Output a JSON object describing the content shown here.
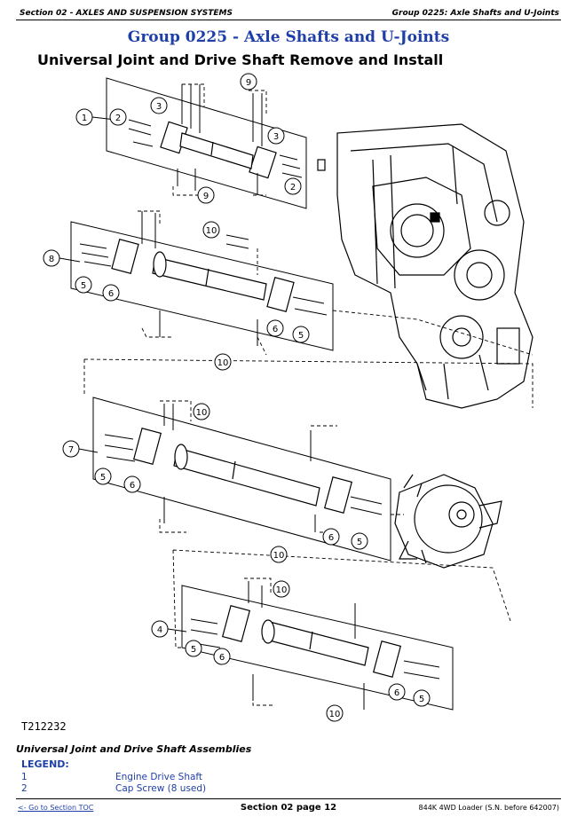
{
  "header": {
    "section": "Section 02 - AXLES AND SUSPENSION SYSTEMS",
    "group_right": "Group 0225: Axle Shafts and U-Joints"
  },
  "group_title": "Group 0225 - Axle Shafts and U-Joints",
  "page_title": "Universal Joint and Drive Shaft Remove and Install",
  "figure": {
    "number": "T212232",
    "callouts": [
      "1",
      "2",
      "3",
      "3",
      "2",
      "9",
      "9",
      "10",
      "10",
      "8",
      "5",
      "6",
      "6",
      "5",
      "10",
      "7",
      "5",
      "6",
      "6",
      "5",
      "10",
      "4",
      "5",
      "6",
      "6",
      "5",
      "10"
    ]
  },
  "caption": "Universal Joint and Drive Shaft Assemblies",
  "legend": {
    "title": "LEGEND:",
    "items": [
      {
        "num": "1",
        "desc": "Engine Drive Shaft"
      },
      {
        "num": "2",
        "desc": "Cap Screw (8 used)"
      }
    ]
  },
  "footer": {
    "link": "<- Go to Section TOC",
    "page": "Section 02 page 12",
    "model": "844K 4WD Loader (S.N. before 642007)"
  }
}
